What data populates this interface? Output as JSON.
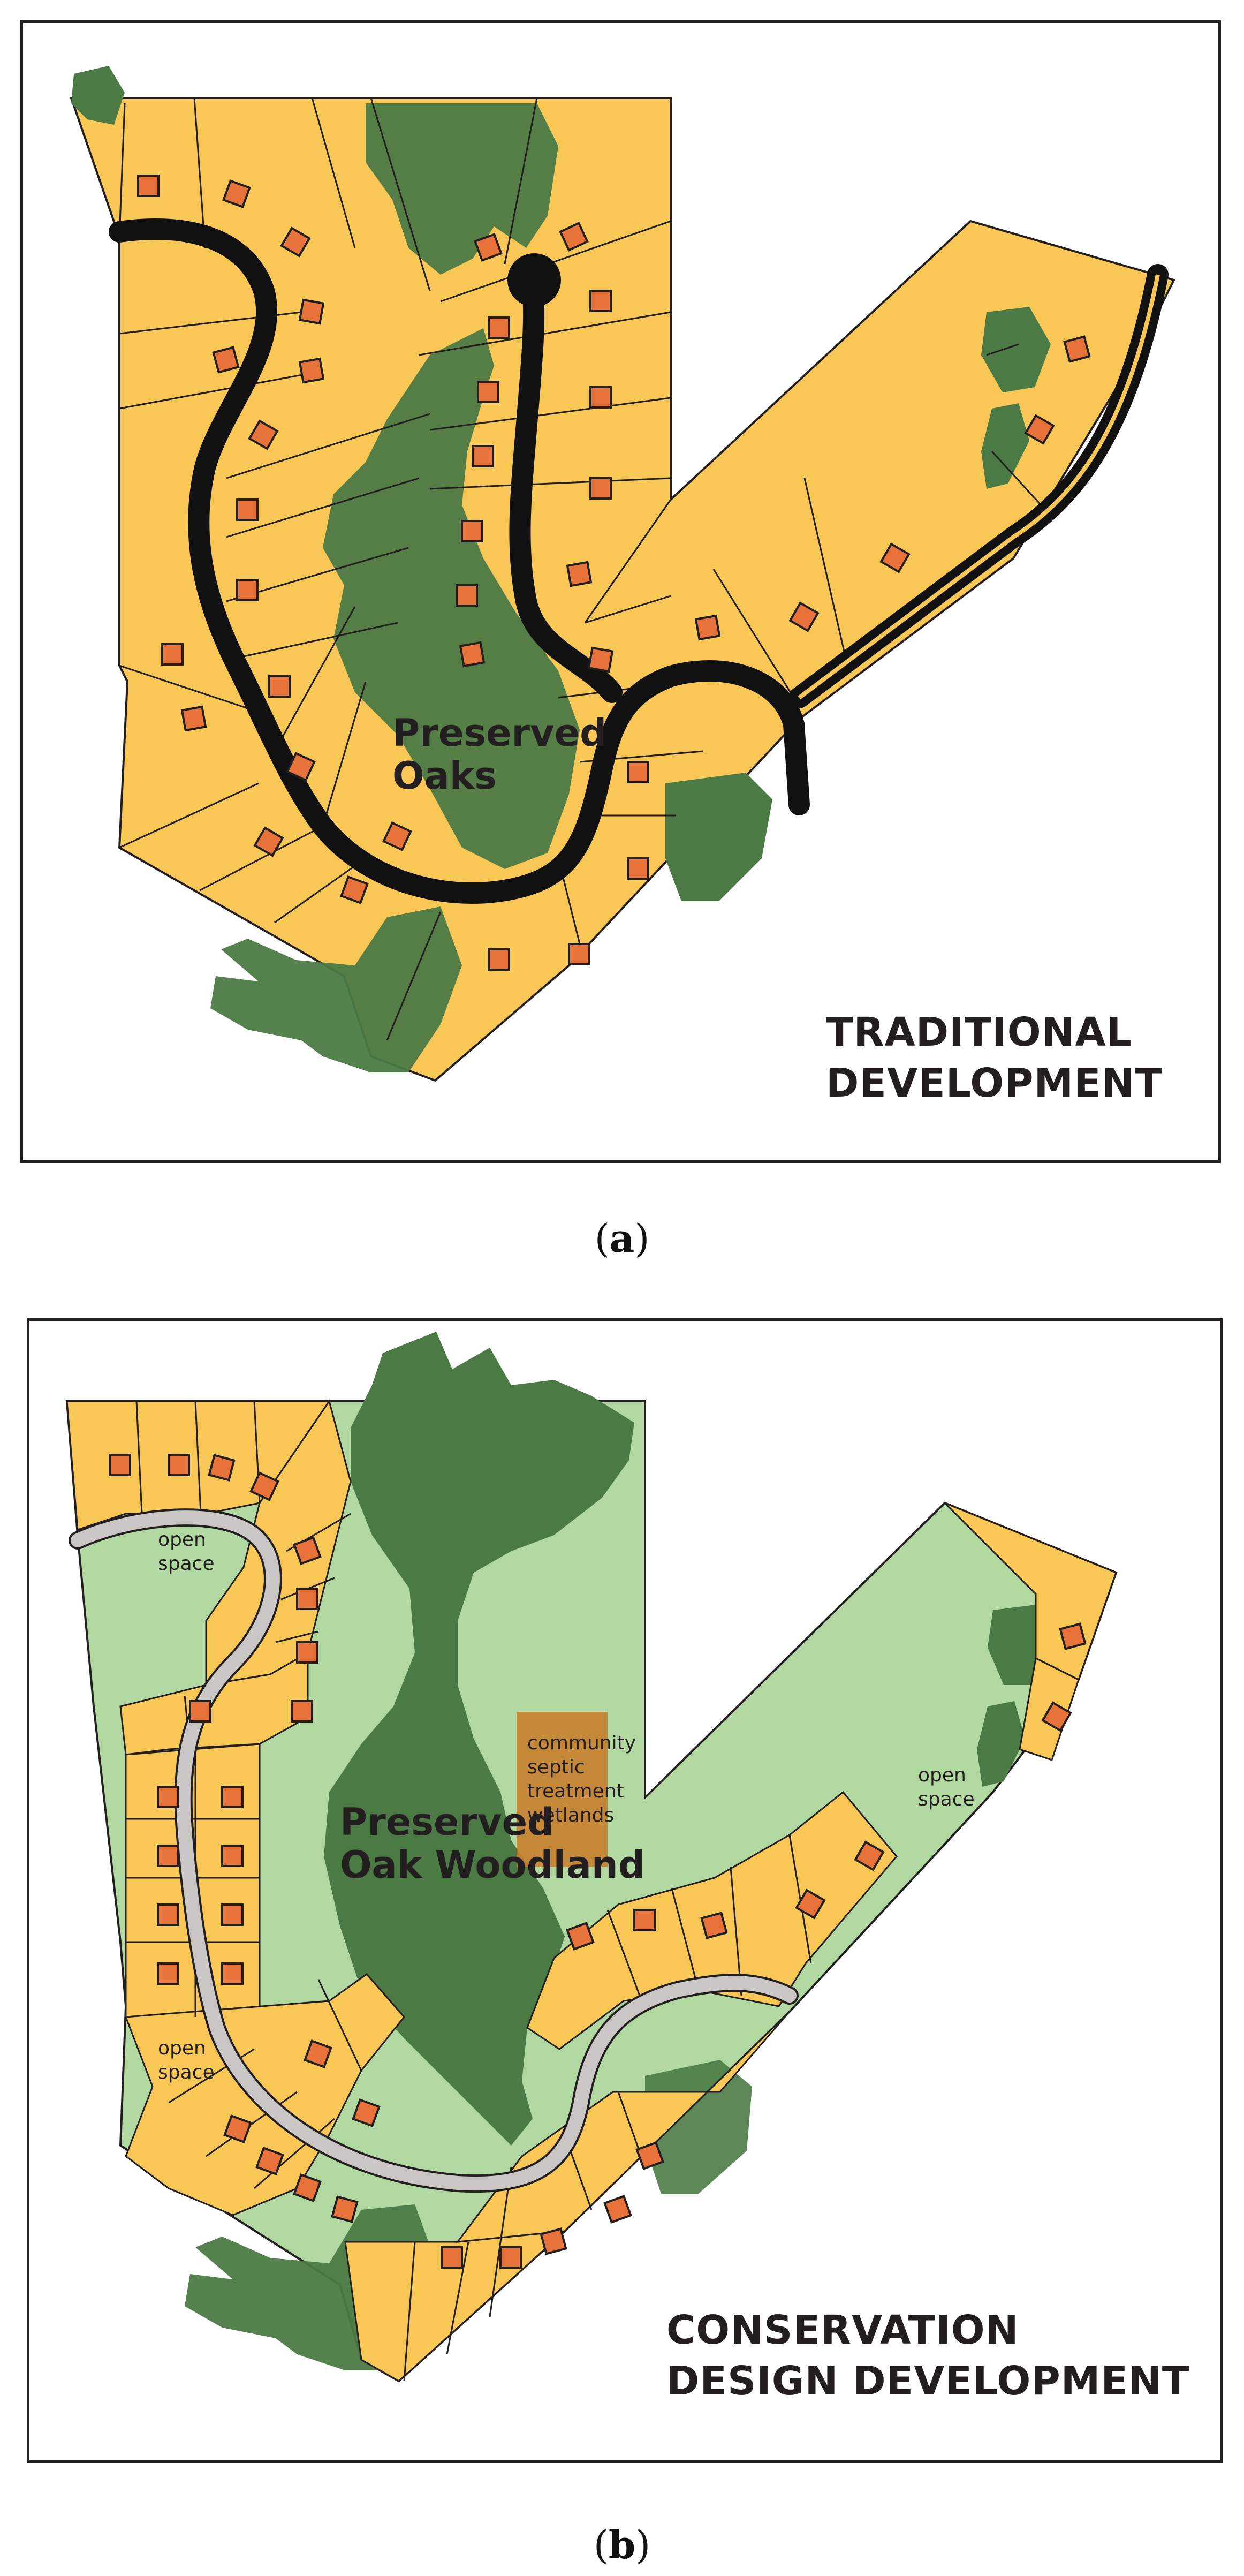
{
  "panels": {
    "a": {
      "caption_open": "(",
      "caption_letter": "a",
      "caption_close": ")",
      "title_line1": "TRADITIONAL",
      "title_line2": "DEVELOPMENT",
      "label_line1": "Preserved",
      "label_line2": "Oaks"
    },
    "b": {
      "caption_open": "(",
      "caption_letter": "b",
      "caption_close": ")",
      "title_line1": "CONSERVATION",
      "title_line2": "DESIGN DEVELOPMENT",
      "label_line1": "Preserved",
      "label_line2": "Oak Woodland",
      "septic_line1": "community",
      "septic_line2": "septic",
      "septic_line3": "treatment",
      "septic_line4": "wetlands",
      "open_space_1": "open",
      "open_space_1b": "space",
      "open_space_2": "open",
      "open_space_2b": "space",
      "open_space_3": "open",
      "open_space_3b": "space"
    }
  },
  "colors": {
    "lot": "#f8c756",
    "oak": "#4b7a45",
    "road_a": "#111111",
    "road_b": "#c9c6c4",
    "open_space": "#b1d8a1",
    "house": "#e8733a",
    "septic": "#c87f2e"
  }
}
